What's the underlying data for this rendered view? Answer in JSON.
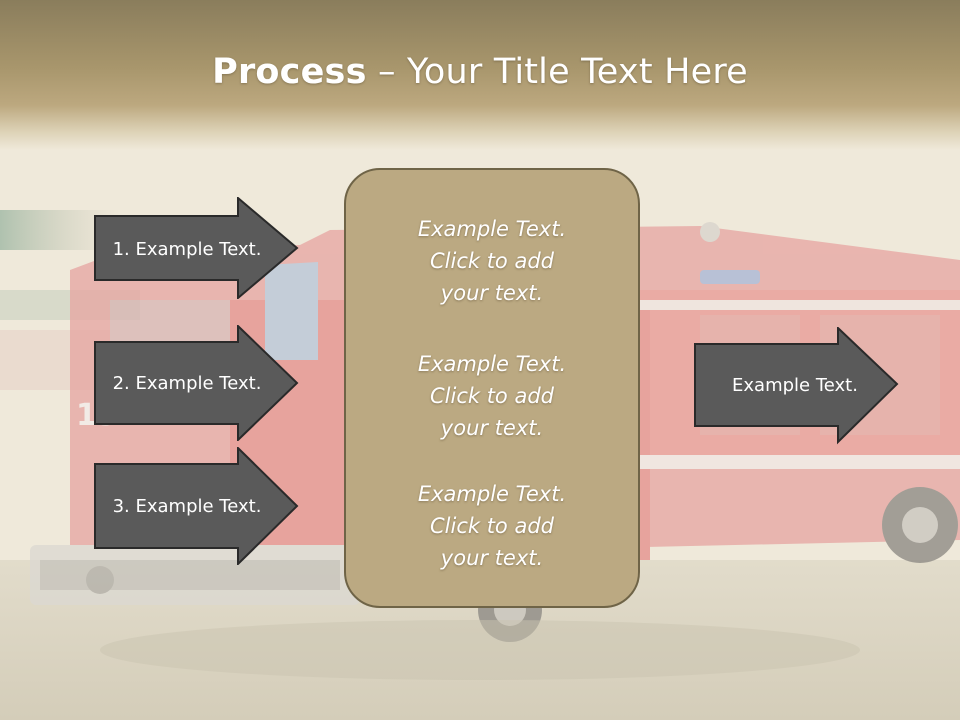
{
  "title": {
    "strong": "Process",
    "dash": " – ",
    "rest": "Your Title Text Here"
  },
  "left_steps": [
    {
      "label": "1. Example Text."
    },
    {
      "label": "2. Example Text."
    },
    {
      "label": "3. Example Text."
    }
  ],
  "center_box": {
    "blocks": [
      {
        "lines": [
          "Example Text.",
          "Click  to add",
          "your text."
        ]
      },
      {
        "lines": [
          "Example Text.",
          "Click  to add",
          "your text."
        ]
      },
      {
        "lines": [
          "Example Text.",
          "Click  to add",
          "your text."
        ]
      }
    ]
  },
  "right_arrow": {
    "label": "Example Text."
  },
  "colors": {
    "title_bar": "#a8966c",
    "arrow_fill": "#5a5a5a",
    "arrow_border": "#2a2a2a",
    "box_fill": "#bba982",
    "box_border": "#6f6447",
    "truck_red": "#d9474a"
  },
  "icons": {
    "background": "fire-truck-photo"
  }
}
